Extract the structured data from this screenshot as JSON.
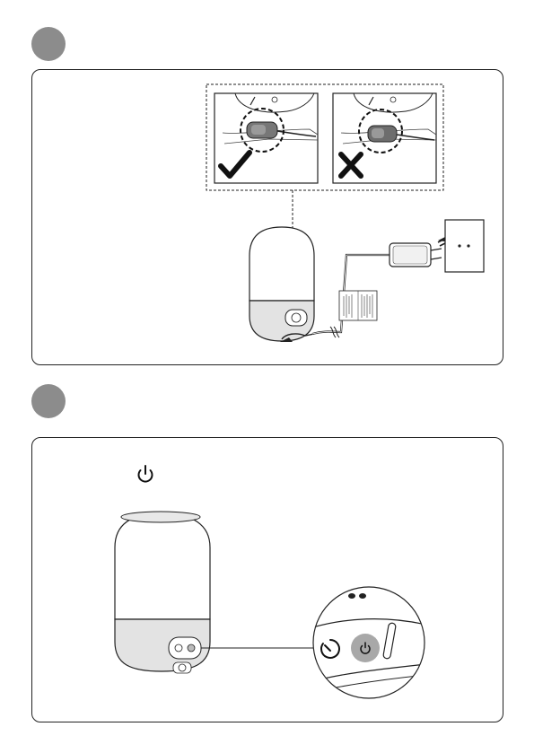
{
  "steps": [
    {
      "id": 1,
      "circle_color": "#8c8c8c"
    },
    {
      "id": 2,
      "circle_color": "#8c8c8c"
    }
  ],
  "panel1": {
    "correct_marker": "checkmark-icon",
    "incorrect_marker": "cross-icon",
    "product": "humidifier",
    "outlet": "wall-outlet"
  },
  "panel2": {
    "power_button_icon": "power-icon",
    "timer_button_icon": "timer-icon",
    "highlight_color": "#a8a8a8"
  }
}
